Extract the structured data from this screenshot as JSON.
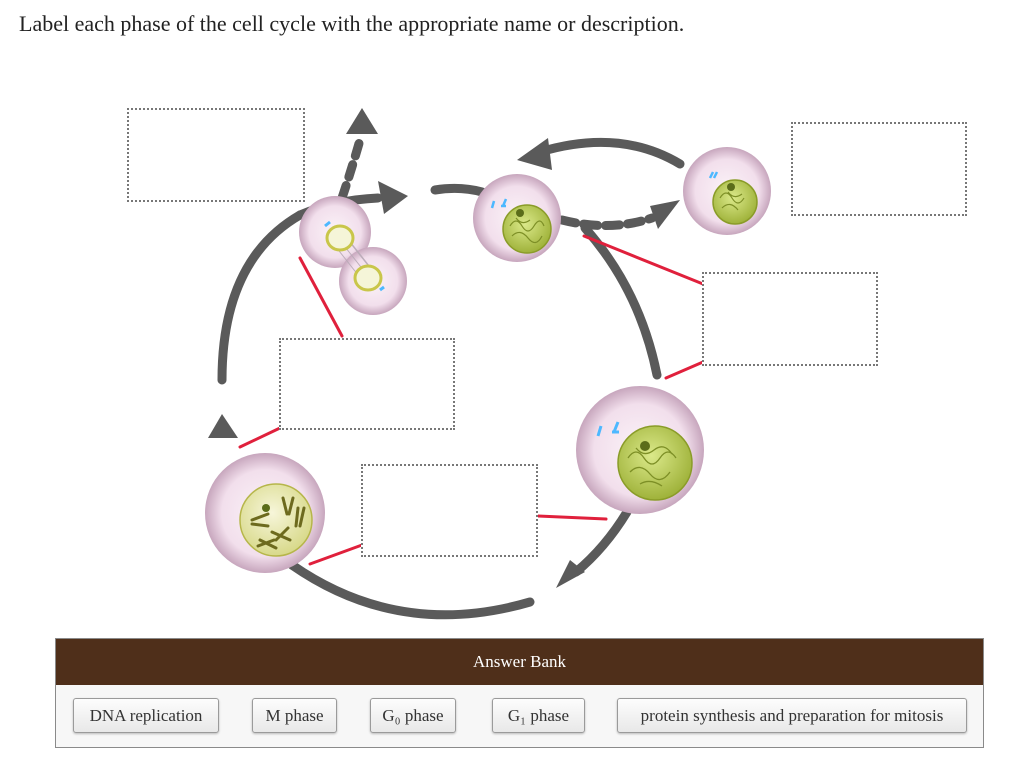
{
  "question": {
    "prompt": "Label each phase of the cell cycle with the appropriate name or description."
  },
  "diagram": {
    "label_slots": [
      "",
      "",
      "",
      "",
      "",
      ""
    ]
  },
  "answer_bank": {
    "title": "Answer Bank",
    "items": [
      {
        "label": "DNA replication"
      },
      {
        "label": "M phase"
      },
      {
        "label": "G₀ phase"
      },
      {
        "label": "G₁ phase"
      },
      {
        "label": "protein synthesis and preparation for mitosis"
      }
    ]
  },
  "colors": {
    "arrow": "#5a5a5a",
    "leader_line": "#e0203c",
    "bank_header": "#4f2f1a",
    "nucleus": "#c8d94a",
    "cell_membrane": "#e9d0e2",
    "chromosome_marker": "#4db8ff"
  }
}
